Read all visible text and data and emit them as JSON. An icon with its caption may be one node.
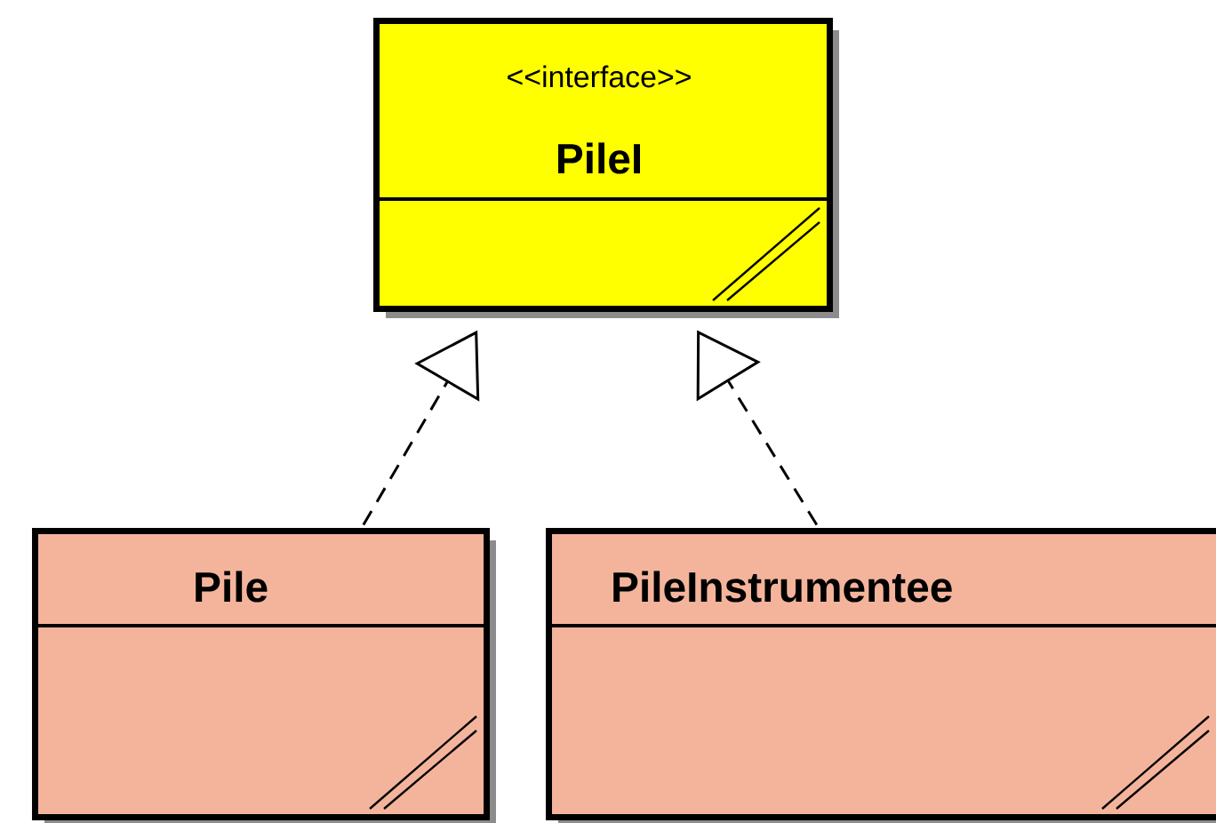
{
  "diagram": {
    "nodes": [
      {
        "text": [
          "<<interface>>",
          "PileI"
        ]
      },
      {
        "text": [
          "Pile"
        ]
      },
      {
        "text": [
          "PileInstrumentee"
        ]
      }
    ],
    "edges": [
      {
        "from": 1,
        "to": 0,
        "arrow": "to",
        "style": "dashed"
      },
      {
        "from": 2,
        "to": 0,
        "arrow": "to",
        "style": "dashed"
      }
    ]
  }
}
